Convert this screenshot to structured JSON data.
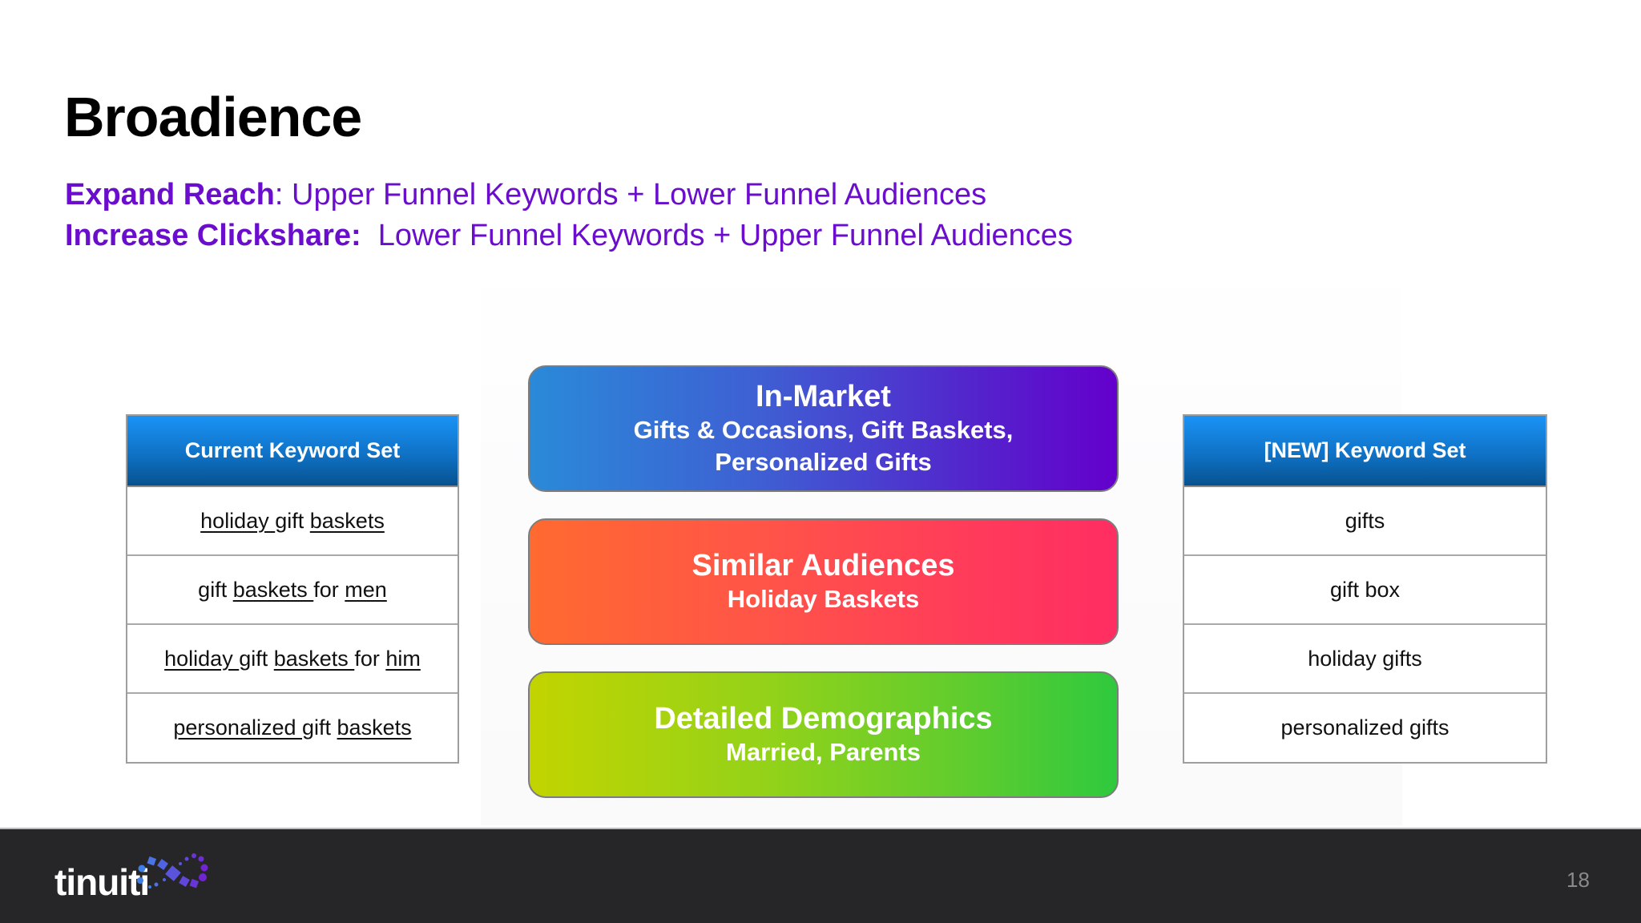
{
  "slide": {
    "title": "Broadience",
    "subtitle": [
      {
        "strong": "Expand Reach",
        "sep": ": ",
        "text": "Upper Funnel Keywords + Lower Funnel Audiences"
      },
      {
        "strong": "Increase Clickshare:",
        "sep": "  ",
        "text": "Lower Funnel Keywords + Upper Funnel Audiences"
      }
    ],
    "colors": {
      "accent_purple": "#6a0dcc",
      "table_header_blue": "#0f72c6",
      "footer_bg": "#262628"
    }
  },
  "current_keywords": {
    "header": "Current Keyword Set",
    "rows": [
      {
        "parts": [
          {
            "t": "holiday ",
            "u": true
          },
          {
            "t": "gift ",
            "u": false
          },
          {
            "t": "baskets",
            "u": true
          }
        ]
      },
      {
        "parts": [
          {
            "t": "gift ",
            "u": false
          },
          {
            "t": "baskets ",
            "u": true
          },
          {
            "t": "for ",
            "u": false
          },
          {
            "t": "men",
            "u": true
          }
        ]
      },
      {
        "parts": [
          {
            "t": "holiday ",
            "u": true
          },
          {
            "t": "gift ",
            "u": false
          },
          {
            "t": "baskets ",
            "u": true
          },
          {
            "t": "for ",
            "u": false
          },
          {
            "t": "him",
            "u": true
          }
        ]
      },
      {
        "parts": [
          {
            "t": "personalized ",
            "u": true
          },
          {
            "t": "gift ",
            "u": false
          },
          {
            "t": "baskets",
            "u": true
          }
        ]
      }
    ]
  },
  "audiences": [
    {
      "title": "In-Market",
      "sub": [
        "Gifts & Occasions, Gift Baskets,",
        "Personalized Gifts"
      ],
      "color_from": "#2a8ad8",
      "color_to": "#6400cc"
    },
    {
      "title": "Similar Audiences",
      "sub": [
        "Holiday Baskets"
      ],
      "color_from": "#ff6a30",
      "color_to": "#ff2e62"
    },
    {
      "title": "Detailed Demographics",
      "sub": [
        "Married, Parents"
      ],
      "color_from": "#c2d400",
      "color_to": "#2fc93e"
    }
  ],
  "new_keywords": {
    "header": "[NEW] Keyword Set",
    "rows": [
      "gifts",
      "gift box",
      "holiday gifts",
      "personalized gifts"
    ]
  },
  "footer": {
    "logo_text": "tinuiti",
    "page_number": "18"
  }
}
